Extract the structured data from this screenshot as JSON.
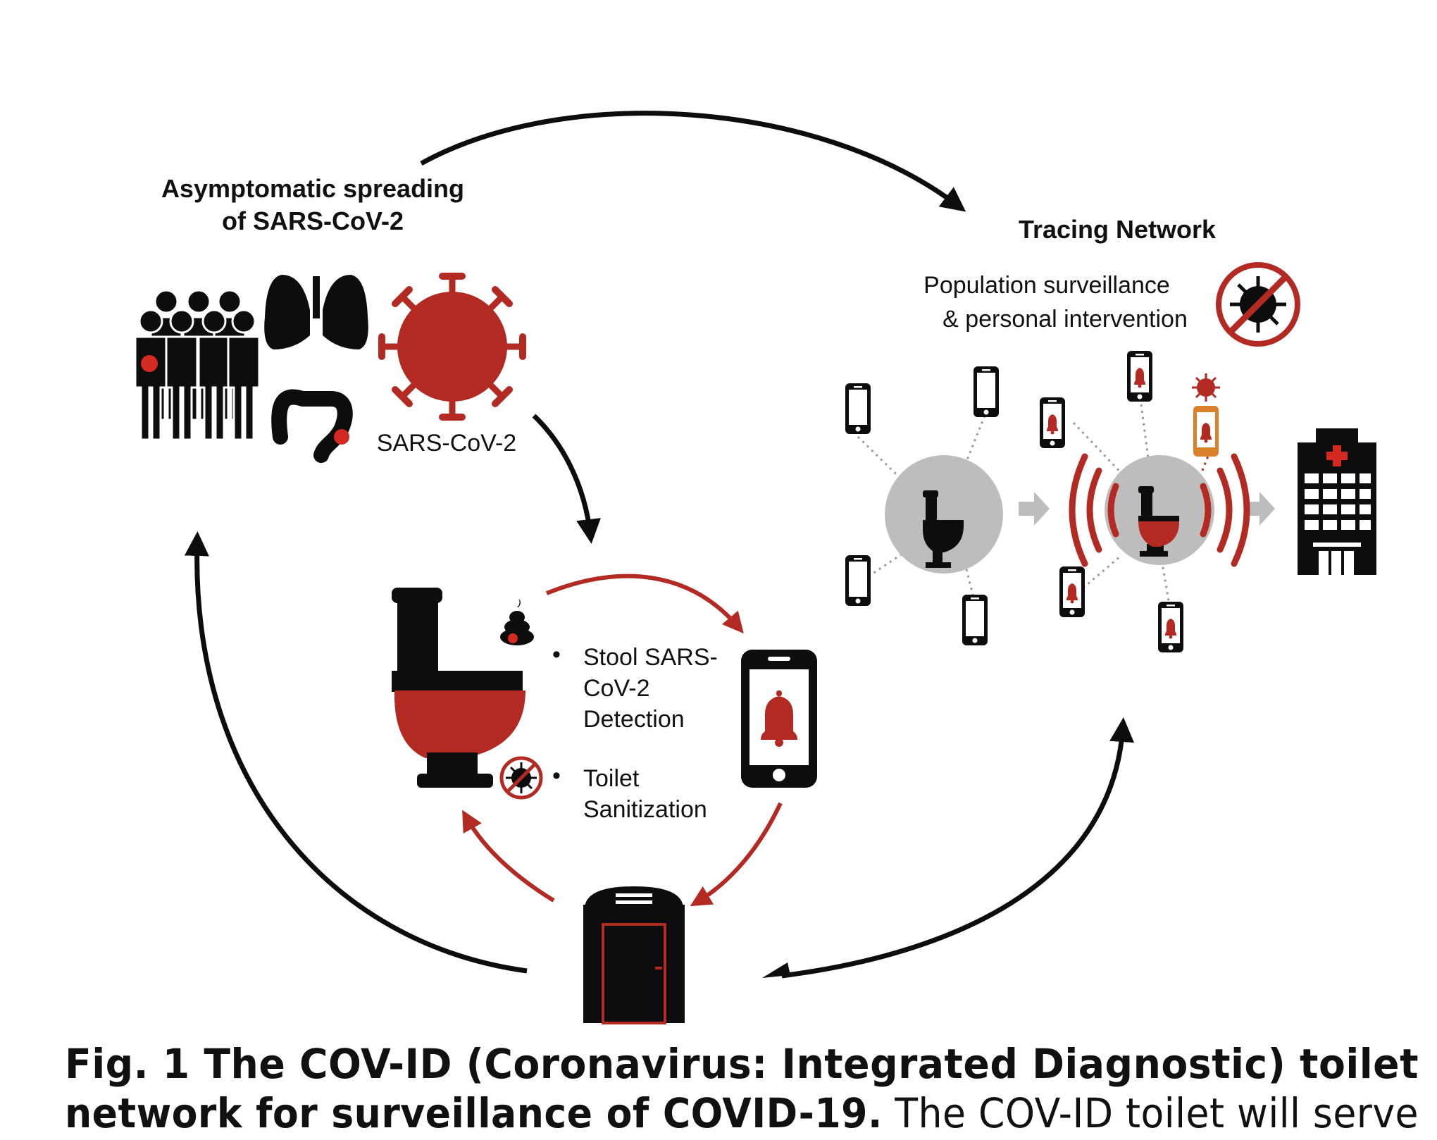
{
  "left_cluster": {
    "title_line1": "Asymptomatic spreading",
    "title_line2": "of SARS-CoV-2",
    "virus_label": "SARS-CoV-2"
  },
  "tracing": {
    "title": "Tracing Network",
    "subtitle_line1": "Population surveillance",
    "subtitle_line2": "& personal intervention"
  },
  "toilet_features": {
    "item1_line1": "Stool SARS-",
    "item1_line2": "CoV-2",
    "item1_line3": "Detection",
    "item2_line1": "Toilet",
    "item2_line2": "Sanitization",
    "bullet": "•"
  },
  "caption": {
    "line1_bold": "Fig. 1  The COV-ID (Coronavirus: Integrated Diagnostic) toilet",
    "line2_bold": "network for surveillance of COVID-19.",
    "line2_regular": " The COV-ID toilet will serve"
  },
  "colors": {
    "red": "#b22a22",
    "black": "#0d0d0d",
    "gray": "#bdbdbd",
    "orange": "#d9822b"
  }
}
